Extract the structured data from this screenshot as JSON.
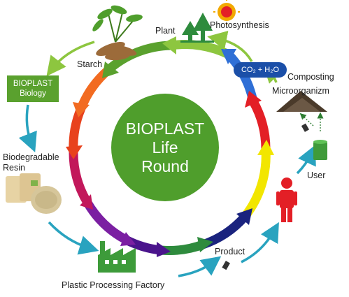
{
  "center_title": {
    "line1": "BIOPLAST",
    "line2": "Life",
    "line3": "Round"
  },
  "labels": {
    "plant": "Plant",
    "photosynthesis": "Photosynthesis",
    "starch": "Starch",
    "bioplast_box_line1": "BIOPLAST",
    "bioplast_box_line2": "Biology",
    "co2_h2o": "CO₂ + H₂O",
    "composting": "Composting",
    "microorganism": "Microorganizm",
    "biodegradable": "Biodegradable",
    "resin": "Resin",
    "user": "User",
    "product": "Product",
    "factory": "Plastic Processing Factory"
  },
  "colors": {
    "center": "#4f9e2c",
    "ring": [
      "#8dc63f",
      "#5aa12e",
      "#f26b21",
      "#e8421d",
      "#c2185b",
      "#7b1fa2",
      "#4a148c",
      "#2e8b3d",
      "#1a237e",
      "#2f6fd6",
      "#f2e600",
      "#e31f26"
    ],
    "teal_arrow": "#29a3bf",
    "green_arrow": "#8dc63f"
  },
  "icons": [
    "sun-icon",
    "trees-icon",
    "cassava-plant-icon",
    "compost-pile-icon",
    "trash-bin-icon",
    "person-icon",
    "factory-icon",
    "resin-bags-icon",
    "product-item-icon"
  ]
}
